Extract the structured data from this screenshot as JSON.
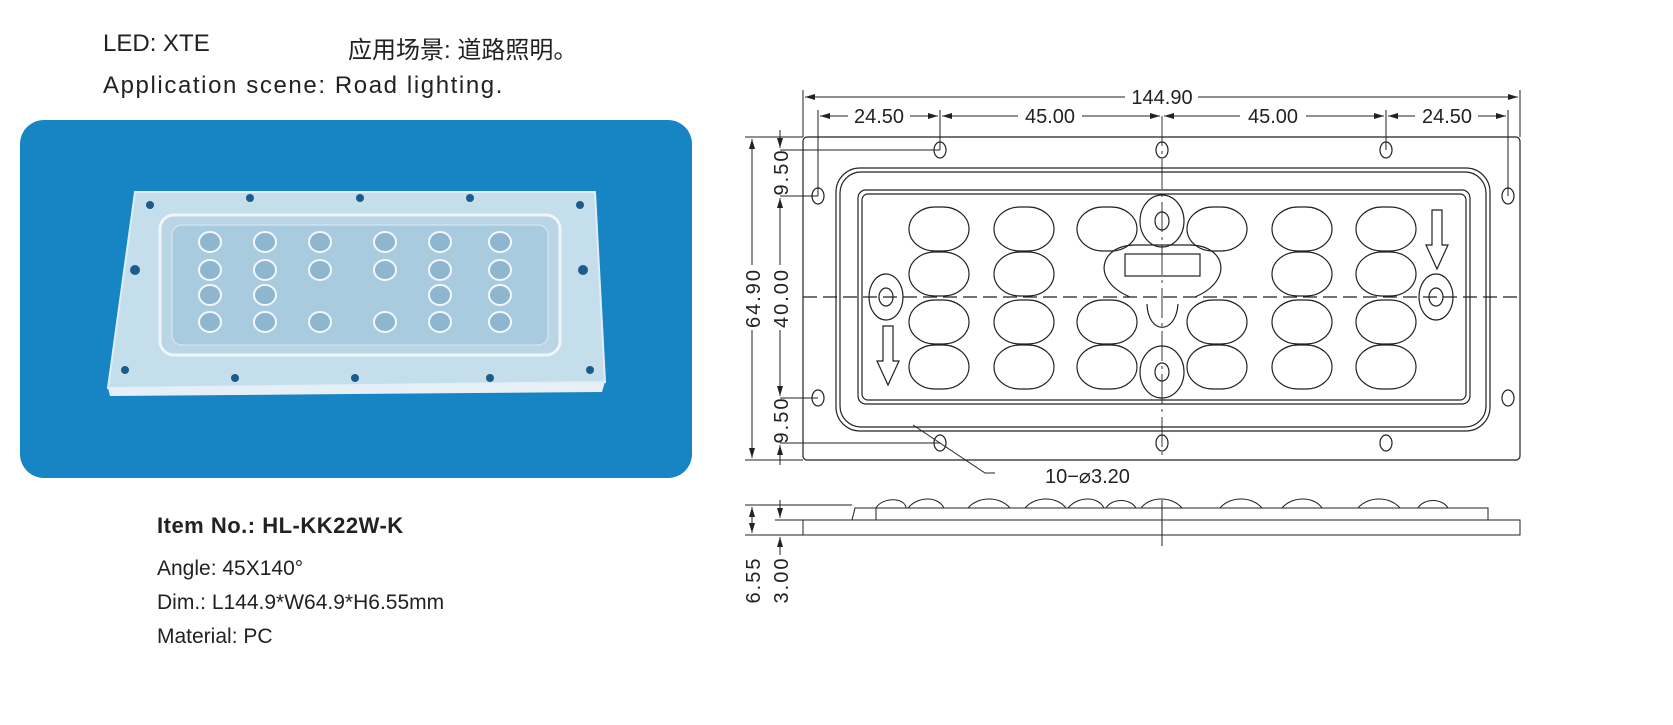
{
  "header": {
    "led": "LED: XTE",
    "scene_cn": "应用场景: 道路照明。",
    "scene_en": "Application scene: Road lighting."
  },
  "product": {
    "item_no": "Item No.: HL-KK22W-K",
    "angle": "Angle: 45X140°",
    "dim": "Dim.: L144.9*W64.9*H6.55mm",
    "material": "Material: PC"
  },
  "drawing": {
    "dim_total_length": "144.90",
    "dim_edge_left": "24.50",
    "dim_mid_left": "45.00",
    "dim_mid_right": "45.00",
    "dim_edge_right": "24.50",
    "dim_width": "64.90",
    "dim_top_offset": "9.50",
    "dim_hole_span": "40.00",
    "dim_bottom_offset": "9.50",
    "hole_callout": "10−⌀3.20",
    "dim_height": "6.55",
    "dim_base": "3.00"
  },
  "colors": {
    "photo_bg": "#1784c4",
    "line": "#222222"
  }
}
